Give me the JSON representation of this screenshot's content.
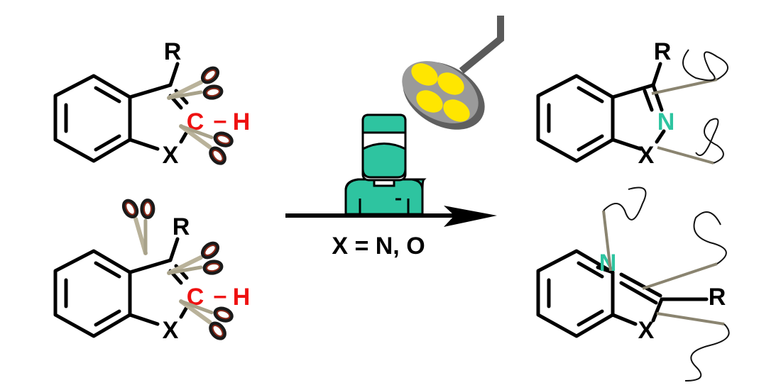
{
  "reactants": [
    {
      "substituent": "R",
      "heteroatom": "X",
      "carbon": "C",
      "hydrogen": "H",
      "bond": "–"
    },
    {
      "substituent": "R",
      "heteroatom": "X",
      "carbon": "C",
      "hydrogen": "H",
      "bond": "–"
    }
  ],
  "products": [
    {
      "substituent": "R",
      "heteroatom": "X",
      "nitrogen": "N"
    },
    {
      "substituent": "R",
      "heteroatom": "X",
      "nitrogen": "N"
    }
  ],
  "conditions": {
    "label": "X = N, O"
  },
  "colors": {
    "ch_red": "#ee1111",
    "nitrogen_teal": "#2ec4a0",
    "surgeon_green": "#2ec4a0",
    "lamp_yellow": "#ffe600",
    "lamp_gray": "#8c8c8c"
  }
}
